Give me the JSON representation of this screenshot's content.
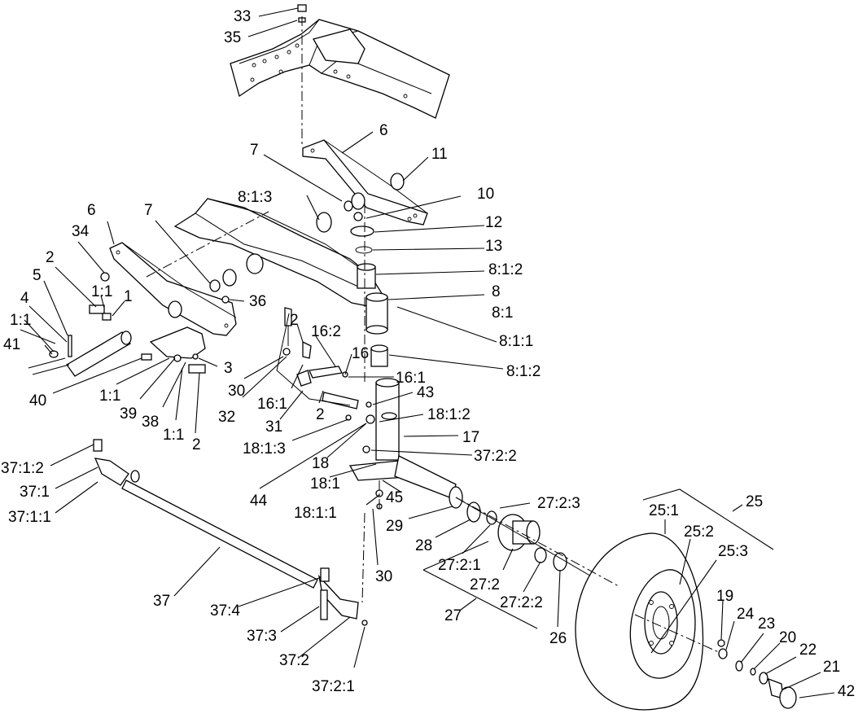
{
  "diagram": {
    "callouts": [
      {
        "id": "c33",
        "text": "33"
      },
      {
        "id": "c35",
        "text": "35"
      },
      {
        "id": "c6a",
        "text": "6"
      },
      {
        "id": "c7a",
        "text": "7"
      },
      {
        "id": "c11",
        "text": "11"
      },
      {
        "id": "c813a",
        "text": "8:1:3"
      },
      {
        "id": "c10",
        "text": "10"
      },
      {
        "id": "c12",
        "text": "12"
      },
      {
        "id": "c13",
        "text": "13"
      },
      {
        "id": "c812a",
        "text": "8:1:2"
      },
      {
        "id": "c8",
        "text": "8"
      },
      {
        "id": "c81",
        "text": "8:1"
      },
      {
        "id": "c811",
        "text": "8:1:1"
      },
      {
        "id": "c812b",
        "text": "8:1:2"
      },
      {
        "id": "c6b",
        "text": "6"
      },
      {
        "id": "c7b",
        "text": "7"
      },
      {
        "id": "c34",
        "text": "34"
      },
      {
        "id": "c2a",
        "text": "2"
      },
      {
        "id": "c5",
        "text": "5"
      },
      {
        "id": "c11a",
        "text": "1:1"
      },
      {
        "id": "c1a",
        "text": "1"
      },
      {
        "id": "c4",
        "text": "4"
      },
      {
        "id": "c36",
        "text": "36"
      },
      {
        "id": "c11b",
        "text": "1:1"
      },
      {
        "id": "c41",
        "text": "41"
      },
      {
        "id": "c2b",
        "text": "2"
      },
      {
        "id": "c162",
        "text": "16:2"
      },
      {
        "id": "c16",
        "text": "16"
      },
      {
        "id": "c3",
        "text": "3"
      },
      {
        "id": "c161a",
        "text": "16:1"
      },
      {
        "id": "c30a",
        "text": "30"
      },
      {
        "id": "c161b",
        "text": "16:1"
      },
      {
        "id": "c40",
        "text": "40"
      },
      {
        "id": "c11c",
        "text": "1:1"
      },
      {
        "id": "c32",
        "text": "32"
      },
      {
        "id": "c43",
        "text": "43"
      },
      {
        "id": "c39",
        "text": "39"
      },
      {
        "id": "c38",
        "text": "38"
      },
      {
        "id": "c31",
        "text": "31"
      },
      {
        "id": "c2c",
        "text": "2"
      },
      {
        "id": "c1812",
        "text": "18:1:2"
      },
      {
        "id": "c11d",
        "text": "1:1"
      },
      {
        "id": "c2d",
        "text": "2"
      },
      {
        "id": "c17",
        "text": "17"
      },
      {
        "id": "c1813",
        "text": "18:1:3"
      },
      {
        "id": "c3722",
        "text": "37:2:2"
      },
      {
        "id": "c3712",
        "text": "37:1:2"
      },
      {
        "id": "c18",
        "text": "18"
      },
      {
        "id": "c181",
        "text": "18:1"
      },
      {
        "id": "c371",
        "text": "37:1"
      },
      {
        "id": "c44",
        "text": "44"
      },
      {
        "id": "c45",
        "text": "45"
      },
      {
        "id": "c3711",
        "text": "37:1:1"
      },
      {
        "id": "c1811",
        "text": "18:1:1"
      },
      {
        "id": "c2723",
        "text": "27:2:3"
      },
      {
        "id": "c25",
        "text": "25"
      },
      {
        "id": "c251",
        "text": "25:1"
      },
      {
        "id": "c29",
        "text": "29"
      },
      {
        "id": "c252",
        "text": "25:2"
      },
      {
        "id": "c28",
        "text": "28"
      },
      {
        "id": "c253",
        "text": "25:3"
      },
      {
        "id": "c2721",
        "text": "27:2:1"
      },
      {
        "id": "c30b",
        "text": "30"
      },
      {
        "id": "c272",
        "text": "27:2"
      },
      {
        "id": "c37",
        "text": "37"
      },
      {
        "id": "c2722",
        "text": "27:2:2"
      },
      {
        "id": "c19",
        "text": "19"
      },
      {
        "id": "c374",
        "text": "37:4"
      },
      {
        "id": "c27",
        "text": "27"
      },
      {
        "id": "c24",
        "text": "24"
      },
      {
        "id": "c23",
        "text": "23"
      },
      {
        "id": "c26",
        "text": "26"
      },
      {
        "id": "c373",
        "text": "37:3"
      },
      {
        "id": "c20",
        "text": "20"
      },
      {
        "id": "c22",
        "text": "22"
      },
      {
        "id": "c372",
        "text": "37:2"
      },
      {
        "id": "c21",
        "text": "21"
      },
      {
        "id": "c42",
        "text": "42"
      },
      {
        "id": "c3721",
        "text": "37:2:1"
      }
    ]
  }
}
